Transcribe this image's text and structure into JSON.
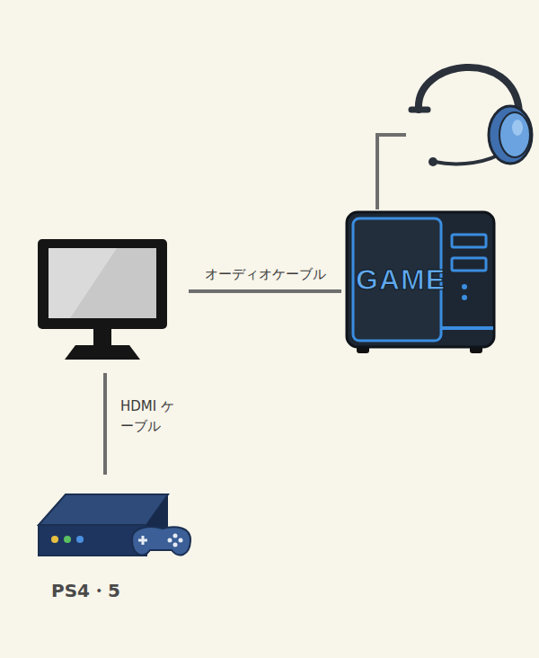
{
  "diagram": {
    "nodes": [
      {
        "text": []
      },
      {
        "text": []
      },
      {
        "text": [
          "GAME"
        ]
      },
      {
        "text": [
          "PS4・5"
        ]
      }
    ],
    "edges": [
      {
        "from": 2,
        "to": 0,
        "arrow": "none"
      },
      {
        "from": 1,
        "to": 2,
        "label": "オーディオケーブル",
        "arrow": "none"
      },
      {
        "from": 1,
        "to": 3,
        "label": "HDMI ケーブル",
        "arrow": "none"
      }
    ]
  }
}
